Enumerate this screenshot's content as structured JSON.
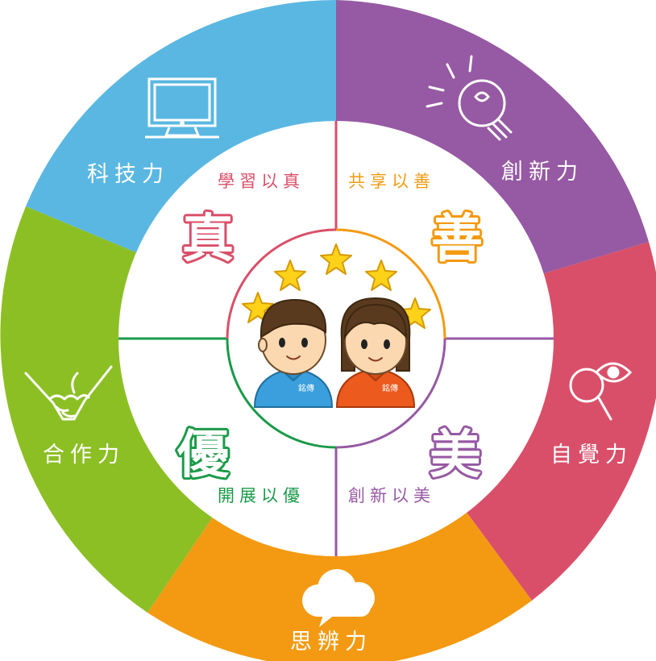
{
  "outer_ring": {
    "tech": "科技力",
    "creative": "創新力",
    "self_aware": "自覺力",
    "critical": "思辨力",
    "cooperate": "合作力"
  },
  "inner": {
    "truth_phrase": "學習以真",
    "truth_char": "真",
    "good_phrase": "共享以善",
    "good_char": "善",
    "excel_char": "優",
    "excel_phrase": "開展以優",
    "beauty_char": "美",
    "beauty_phrase": "創新以美"
  },
  "center": {
    "boy_shirt_text": "銘傳",
    "girl_shirt_text": "銘傳"
  },
  "colors": {
    "tech": "#5ab7e2",
    "creative": "#9659a3",
    "self_aware": "#d94f69",
    "critical": "#f39a12",
    "cooperate": "#8cbf24",
    "truth": "#d94f69",
    "good": "#f39a12",
    "excel": "#1a9a48",
    "beauty": "#9659a3"
  }
}
